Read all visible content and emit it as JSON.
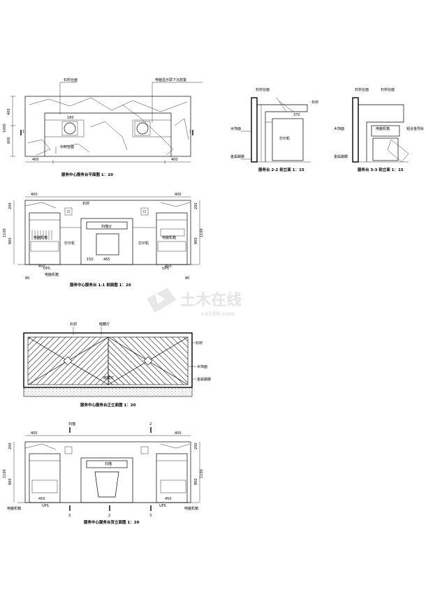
{
  "plan": {
    "title": "服务中心服务台平面图 1：20",
    "callouts": [
      "石材台面",
      "电脑显示屏下沉放置",
      "石材台面"
    ],
    "dims": {
      "d400": "400",
      "d1000": "1000",
      "d600": "600",
      "d180": "180",
      "d400_bottom_left": "400",
      "d400_bottom_right": "400"
    }
  },
  "section22": {
    "title": "服务台 2-2 剖立面 1：15",
    "labels": [
      "石材台面",
      "石材",
      "木饰面",
      "金属踢脚",
      "打印机",
      "370"
    ]
  },
  "section33": {
    "title": "服务台 3-3 剖立面 1：15",
    "labels": [
      "石材台面",
      "石材台面",
      "木饰面",
      "金属踢脚",
      "电脑机箱",
      "铝合金导轨"
    ]
  },
  "section11": {
    "title": "服务中心服务台 1-1 剖面图 1：20",
    "labels": [
      "石材",
      "扫描仪",
      "打印机",
      "打印机",
      "电脑机箱",
      "电脑机箱",
      "UPS",
      "UPS",
      "电脑机箱"
    ],
    "dims": {
      "d400l": "400",
      "d400r": "400",
      "d200l": "200",
      "d200r": "200",
      "d1100l": "1100",
      "d1100r": "1100",
      "d900l": "900",
      "d900r": "900",
      "d450l": "450",
      "d450r": "450",
      "d465": "465",
      "d150": "150",
      "d80l": "80",
      "d80r": "80"
    }
  },
  "front": {
    "title": "服务中心服务台正立面图 1：20",
    "labels": [
      "石材",
      "暗藏灯",
      "石材",
      "木饰面",
      "金属踢脚",
      "暗藏灯"
    ]
  },
  "rear": {
    "title": "服务中心服务台背立面图 1：20",
    "labels": [
      "电脑机箱",
      "电脑机箱",
      "UPS",
      "UPS",
      "扫描",
      "2",
      "2",
      "3",
      "3"
    ],
    "dims": {
      "d400l": "400",
      "d400r": "400",
      "d200l": "200",
      "d200r": "200",
      "d1100l": "1100",
      "d1100r": "1100",
      "d900l": "900",
      "d900r": "900",
      "d450l": "450",
      "d450r": "450"
    }
  },
  "watermark": {
    "brand": "土木在线",
    "url": "co188.com"
  }
}
